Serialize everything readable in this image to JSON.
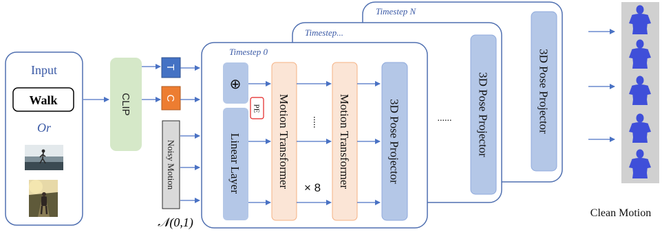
{
  "input_panel": {
    "title": "Input",
    "text_prompt": "Walk",
    "or_label": "Or"
  },
  "clip_label": "CLIP",
  "token_t": "T",
  "token_c": "C",
  "noisy_motion_label": "Noisy Motion",
  "noise_label": "𝒩(0,1)",
  "timesteps": {
    "step0": "Timestep 0",
    "step_mid": "Timestep...",
    "step_n": "Timestep N"
  },
  "blocks": {
    "oplus": "⊕",
    "pe": "PE",
    "linear_layer": "Linear Layer",
    "motion_transformer_1": "Motion Transformer",
    "motion_transformer_2": "Motion Transformer",
    "dots_between": ".....",
    "times8": "× 8",
    "pose_projector_0": "3D Pose Projector",
    "pose_projector_mid": "3D Pose Projector",
    "pose_projector_n": "3D Pose Projector",
    "dots_frames": "......"
  },
  "output_label": "Clean Motion",
  "colors": {
    "frame_border": "#4f6fb0",
    "arrow": "#4a72c4",
    "clip_fill": "#d5e8c8",
    "token_t_fill": "#4472c4",
    "token_c_fill": "#ed7d31",
    "noisy_fill": "#d9d9d9",
    "left_block_fill": "#b4c7e7",
    "transformer_fill": "#fbe5d6",
    "transformer_stroke": "#f4b183",
    "projector_fill": "#b4c7e7",
    "projector_stroke": "#8faadc",
    "pe_stroke": "#e32020",
    "figure_bg": "#d0d0d0",
    "figure_body": "#3f4fd9"
  }
}
